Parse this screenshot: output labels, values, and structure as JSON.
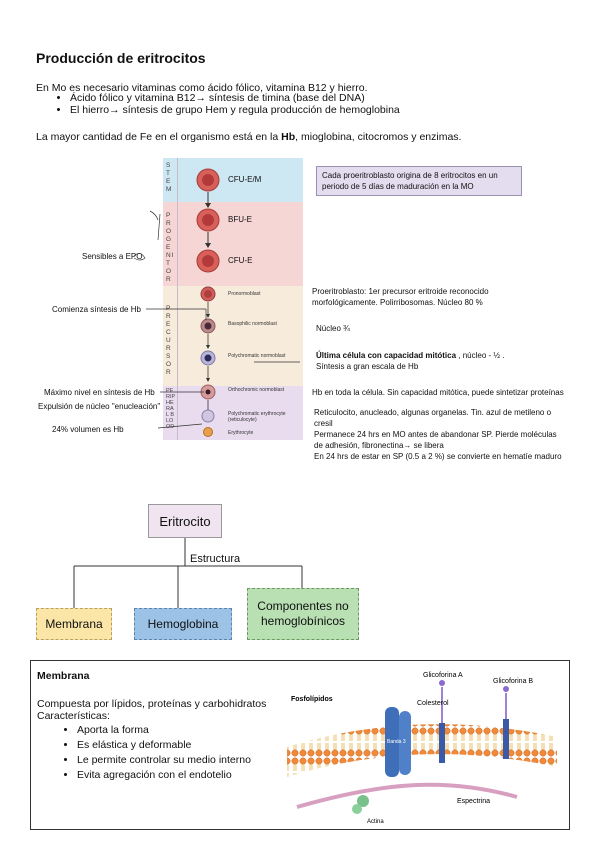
{
  "title": "Producción de eritrocitos",
  "intro": "En Mo es necesario vitaminas como ácido fólico,  vitamina B12 y hierro.",
  "bullets": [
    "Ácido fólico y vitamina B12→ síntesis de timina (base del DNA)",
    "El hierro→ síntesis de grupo Hem y regula producción  de hemoglobina"
  ],
  "fe_text_pre": "La mayor cantidad de Fe en el organismo está en la ",
  "fe_text_bold": "Hb",
  "fe_text_post": ", mioglobina,  citocromos y enzimas.",
  "diagram": {
    "stem_label": "STEM",
    "progenitor_label": "PROGENITOR",
    "precursor_label": "PRECURSOR",
    "peripheral_label": "PERIPHERAL BLOOD",
    "cells": [
      {
        "name": "CFU-E/M",
        "big": true
      },
      {
        "name": "BFU-E",
        "big": true
      },
      {
        "name": "CFU-E",
        "big": true
      },
      {
        "name": "Pronormoblast",
        "big": false
      },
      {
        "name": "Basophilic normoblast",
        "big": false
      },
      {
        "name": "Polychromatic normoblast",
        "big": false
      },
      {
        "name": "Orthochromic normoblast",
        "big": false
      },
      {
        "name": "Polychromatic erythrocyte (reticulocyte)",
        "big": false
      },
      {
        "name": "Erythrocyte",
        "big": false
      }
    ],
    "callout": "Cada proeritroblasto  origina de 8 eritrocitos  en un periodo de 5 días de maduración  en la MO",
    "left_notes": [
      "Sensibles a EPO",
      "Comienza síntesis de Hb",
      "Máximo nivel en síntesis de Hb",
      "Expulsión de núcleo \"enucleación\"",
      "24% volumen es Hb"
    ],
    "right_notes": {
      "pro1": "Proeritroblasto: 1er  precursor eritroide reconocido",
      "pro2": "morfológicamente. Polirribosomas. Núcleo 80 %",
      "baso": "Núcleo ¾",
      "poly_bold": "Última célula con capacidad mitótica",
      "poly_rest": " , núcleo - ½ .",
      "poly2": "Síntesis a gran escala de Hb",
      "ortho": "Hb en toda la célula. Sin capacidad mitótica, puede sintetizar proteínas",
      "reti1": "Reticulocito, anucleado, algunas  organelas. Tin. azul de metileno o",
      "reti2": "cresil",
      "reti3": "Permanece 24 hrs en MO  antes de abandonar  SP. Pierde moléculas",
      "reti4": "de adhesión, fibronectina→ se libera",
      "reti5": "En  24 hrs de estar en SP (0.5 a 2 %)  se convierte en hematíe maduro"
    }
  },
  "tree": {
    "root": "Eritrocito",
    "edge_label": "Estructura",
    "children": [
      "Membrana",
      "Hemoglobina",
      "Componentes no hemoglobínicos"
    ]
  },
  "membrana": {
    "heading": "Membrana",
    "line1": "Compuesta por lípidos, proteínas y carbohidratos",
    "line2": "Características:",
    "items": [
      "Aporta la forma",
      "Es elástica y deformable",
      "Le permite controlar su medio interno",
      "Evita agregación con el endotelio"
    ],
    "figure_labels": {
      "fosfo": "Fosfolípidos",
      "glicoA": "Glicoforina A",
      "glicoB": "Glicoforina B",
      "colesterol": "Colesterol",
      "banda": "Banda 3",
      "espectrina": "Espectrina",
      "actina": "Actina"
    }
  },
  "colors": {
    "stem": "#cde8f3",
    "progenitor": "#f6d5d5",
    "precursor": "#f7ecdc",
    "peripheral": "#e8dcee",
    "callout": "#e4dcef",
    "root_box": "#efe4ef",
    "membrana_box": "#fbe6a8",
    "hemo_box": "#9cc2e6",
    "comp_box": "#b8e0b3"
  }
}
